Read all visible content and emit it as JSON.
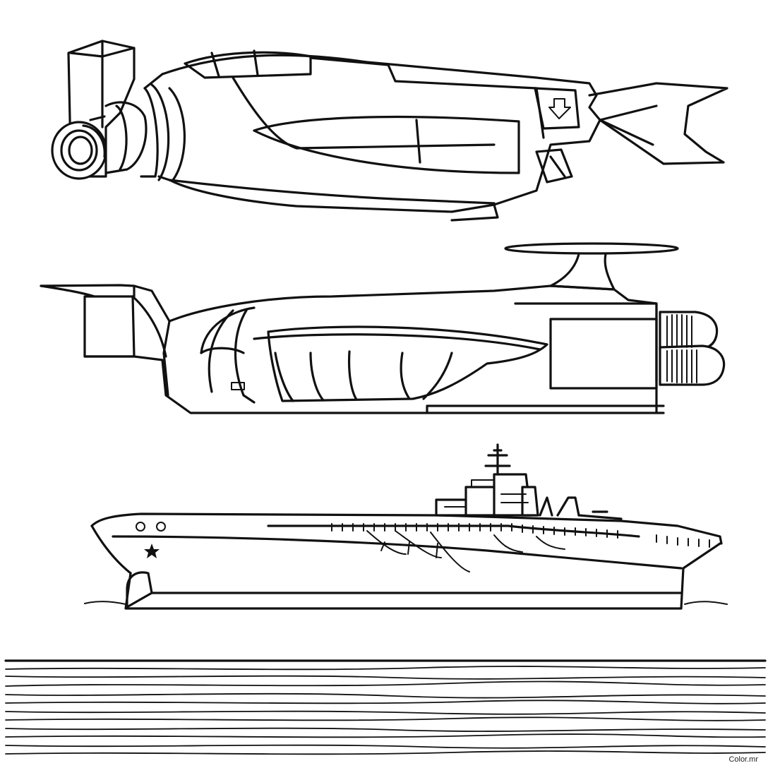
{
  "watermark": {
    "text": "Color.mr"
  },
  "colors": {
    "ink": "#111111",
    "paper": "#ffffff"
  },
  "drawings": [
    "spacecraft-upper",
    "spacecraft-lower",
    "aircraft-carrier",
    "sea"
  ]
}
